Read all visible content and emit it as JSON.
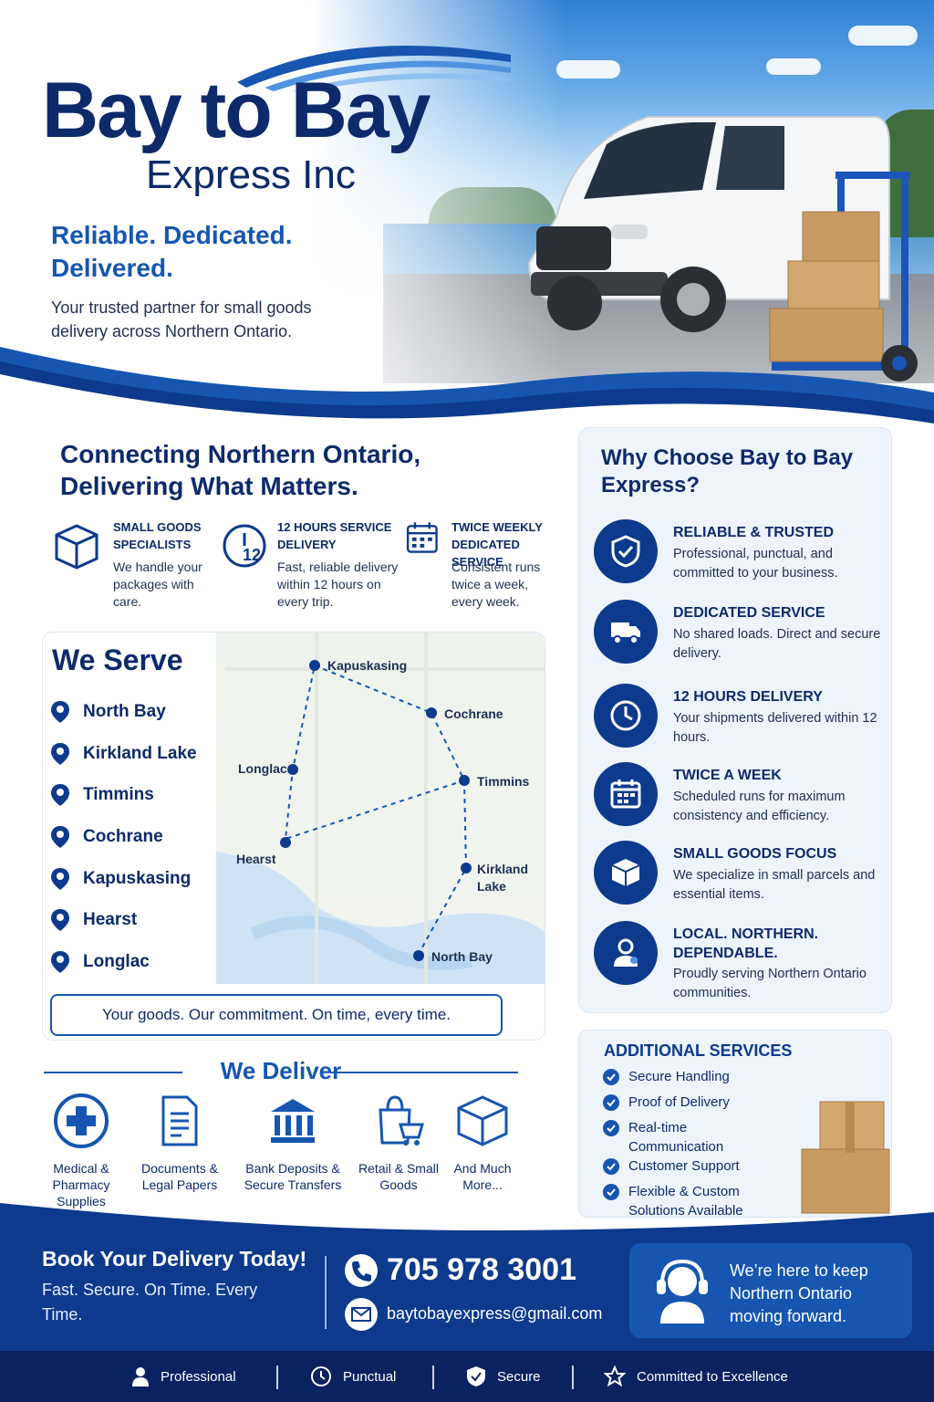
{
  "brand": {
    "name": "Bay to Bay",
    "subtitle": "Express Inc",
    "tagline": "Reliable. Dedicated. Delivered.",
    "intro": "Your trusted partner for small goods delivery across Northern Ontario."
  },
  "connecting": {
    "title": "Connecting Northern Ontario, Delivering What Matters.",
    "features": [
      {
        "icon": "box-icon",
        "title": "SMALL GOODS SPECIALISTS",
        "desc": "We handle your packages with care."
      },
      {
        "icon": "clock-12-icon",
        "title": "12 HOURS SERVICE DELIVERY",
        "desc": "Fast, reliable delivery within 12 hours on every trip."
      },
      {
        "icon": "calendar-icon",
        "title": "TWICE WEEKLY DEDICATED SERVICE",
        "desc": "Consistent runs twice a week, every week."
      }
    ]
  },
  "serve": {
    "title": "We Serve",
    "locations": [
      "North Bay",
      "Kirkland Lake",
      "Timmins",
      "Cochrane",
      "Kapuskasing",
      "Hearst",
      "Longlac"
    ],
    "map_labels": {
      "kapuskasing": "Kapuskasing",
      "cochrane": "Cochrane",
      "longlac": "Longlac",
      "timmins": "Timmins",
      "hearst": "Hearst",
      "kirkland": "Kirkland Lake",
      "northbay": "North Bay"
    },
    "commitment": "Your goods. Our commitment. On time, every time."
  },
  "deliver": {
    "title": "We Deliver",
    "items": [
      {
        "icon": "medical-cross-icon",
        "label": "Medical & Pharmacy Supplies"
      },
      {
        "icon": "document-icon",
        "label": "Documents & Legal Papers"
      },
      {
        "icon": "bank-icon",
        "label": "Bank Deposits & Secure Transfers"
      },
      {
        "icon": "shopping-bag-icon",
        "label": "Retail & Small Goods"
      },
      {
        "icon": "box-icon",
        "label": "And Much More..."
      }
    ]
  },
  "why": {
    "title": "Why Choose Bay to Bay Express?",
    "items": [
      {
        "icon": "shield-icon",
        "heading": "RELIABLE & TRUSTED",
        "text": "Professional, punctual, and committed to your business."
      },
      {
        "icon": "truck-icon",
        "heading": "DEDICATED SERVICE",
        "text": "No shared loads. Direct and secure delivery."
      },
      {
        "icon": "clock-icon",
        "heading": "12 HOURS DELIVERY",
        "text": "Your shipments delivered within 12 hours."
      },
      {
        "icon": "calendar-icon",
        "heading": "TWICE A WEEK",
        "text": "Scheduled runs for maximum consistency and efficiency."
      },
      {
        "icon": "box-icon",
        "heading": "SMALL GOODS FOCUS",
        "text": "We specialize in small parcels and essential items."
      },
      {
        "icon": "person-pin-icon",
        "heading": "LOCAL. NORTHERN. DEPENDABLE.",
        "text": "Proudly serving Northern Ontario communities."
      }
    ]
  },
  "additional": {
    "title": "ADDITIONAL SERVICES",
    "items": [
      "Secure Handling",
      "Proof of Delivery",
      "Real-time Communication",
      "Customer Support",
      "Flexible & Custom Solutions Available"
    ]
  },
  "booking": {
    "title": "Book Your Delivery Today!",
    "subtitle": "Fast. Secure. On Time. Every Time.",
    "phone": "705 978 3001",
    "email": "baytobayexpress@gmail.com",
    "support_text": "We’re here to keep Northern Ontario moving forward."
  },
  "footer": {
    "items": [
      {
        "icon": "person-icon",
        "label": "Professional"
      },
      {
        "icon": "clock-icon",
        "label": "Punctual"
      },
      {
        "icon": "shield-check-icon",
        "label": "Secure"
      },
      {
        "icon": "star-icon",
        "label": "Committed to Excellence"
      }
    ]
  },
  "colors": {
    "navy": "#0d2a6b",
    "blue": "#1656b0",
    "light": "#eef4fc"
  }
}
